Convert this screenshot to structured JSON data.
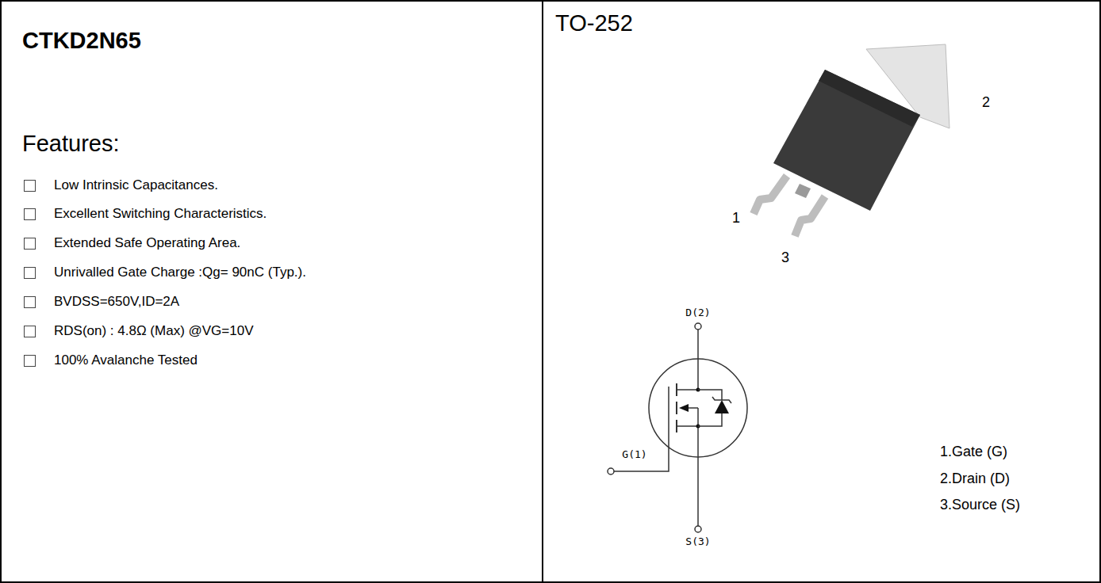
{
  "diagram": {
    "nodes": [
      {
        "text": [
          "CTKD2N65",
          "Features:",
          "Low Intrinsic Capacitances.",
          "Excellent Switching Characteristics.",
          "Extended Safe Operating Area.",
          "Unrivalled Gate Charge :Qg= 90nC (Typ.).",
          "BVDSS=650V,ID=2A",
          "RDS(on) : 4.8Ω (Max) @VG=10V",
          "100% Avalanche Tested"
        ]
      },
      {
        "text": [
          "TO-252"
        ]
      }
    ],
    "labels": [
      "2",
      "1",
      "3",
      "D(2)",
      "G(1)",
      "S(3)",
      "1.Gate (G)",
      "2.Drain (D)",
      "3.Source (S)"
    ]
  }
}
